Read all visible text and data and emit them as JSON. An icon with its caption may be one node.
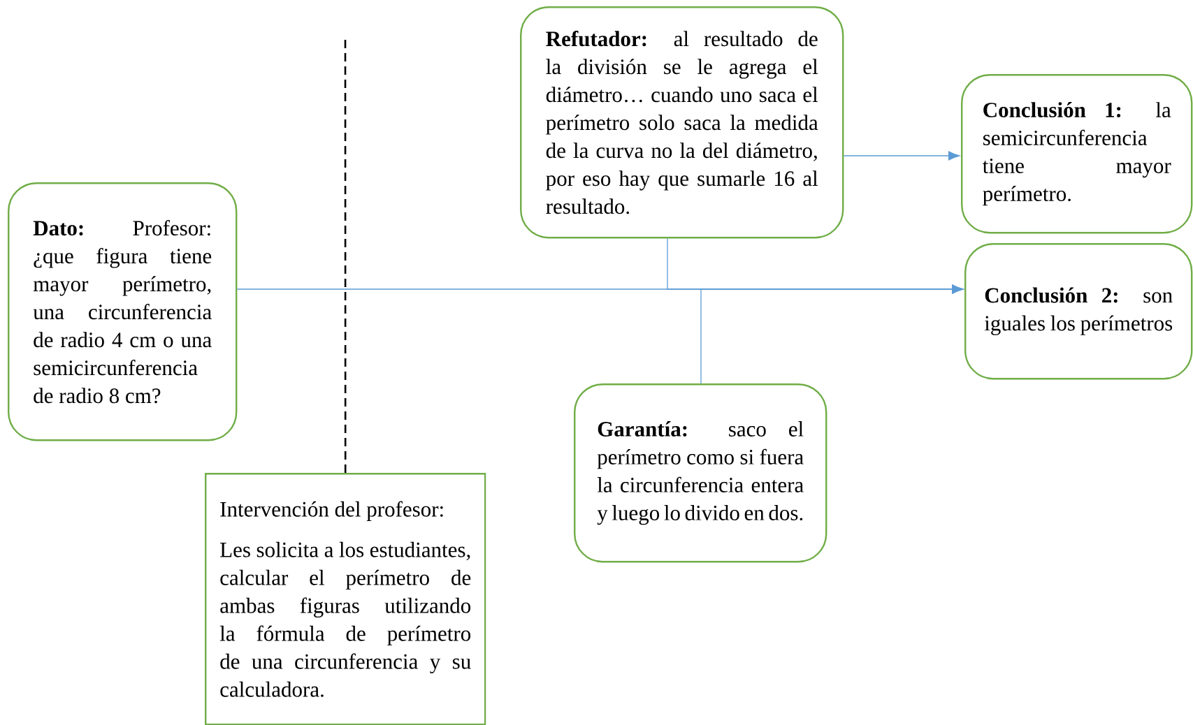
{
  "diagram": {
    "nodes": [
      {
        "text": [
          "**Dato:** Profesor: ¿que figura tiene mayor perímetro, una circunferencia de radio 4 cm o una semicircunferencia de radio 8 cm?"
        ]
      },
      {
        "text": [
          "**Refutador:** al resultado de la división se le agrega el diámetro… cuando uno saca el perímetro solo saca la medida de la curva no la del diámetro, por eso hay que sumarle 16 al resultado."
        ]
      },
      {
        "text": [
          "**Conclusión 1:** la semicircunferencia tiene mayor perímetro."
        ]
      },
      {
        "text": [
          "**Conclusión 2:** son iguales los perímetros"
        ]
      },
      {
        "text": [
          "**Garantía:** saco el perímetro como si fuera la circunferencia entera y luego lo divido en dos."
        ]
      },
      {
        "text": [
          "Intervención del profesor:",
          "Les solicita a los estudiantes, calcular el perímetro de ambas figuras utilizando la fórmula de perímetro de una circunferencia y su calculadora."
        ]
      }
    ],
    "edges": [
      {
        "from": 0,
        "to": 3,
        "arrow": "to"
      },
      {
        "from": 1,
        "to": 2,
        "arrow": "to"
      },
      {
        "from": 1,
        "to": 3,
        "arrow": "to"
      },
      {
        "from": 4,
        "to": 3,
        "arrow": "to"
      },
      {
        "from": null,
        "to": 5,
        "arrow": "none",
        "style": "dashed",
        "color": "#000000"
      }
    ]
  }
}
